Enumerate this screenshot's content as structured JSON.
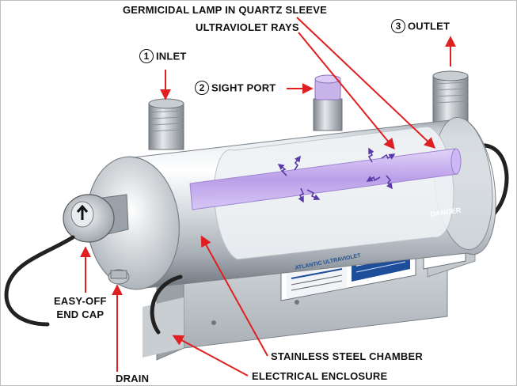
{
  "labels": {
    "germicidal_lamp": "GERMICIDAL LAMP IN QUARTZ SLEEVE",
    "ultraviolet_rays": "ULTRAVIOLET RAYS",
    "outlet_number": "3",
    "outlet": "OUTLET",
    "inlet_number": "1",
    "inlet": "INLET",
    "sight_port_number": "2",
    "sight_port": "SIGHT PORT",
    "end_cap_line1": "EASY-OFF",
    "end_cap_line2": "END CAP",
    "stainless_chamber": "STAINLESS STEEL CHAMBER",
    "drain": "DRAIN",
    "electrical_enclosure": "ELECTRICAL ENCLOSURE"
  },
  "product": {
    "brand_line1": "ATLANTIC",
    "brand_line2": "ULTRAVIOLET",
    "danger": "DANGER"
  },
  "colors": {
    "arrow": "#e02020",
    "uv_lamp": "#b89ae8",
    "steel_dark": "#8d949b",
    "steel_light": "#f4f6f8"
  }
}
